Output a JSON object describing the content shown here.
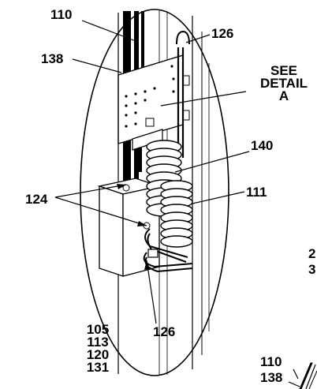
{
  "diagram": {
    "labels": {
      "l110": "110",
      "l126_top": "126",
      "l138": "138",
      "see_detail": [
        "SEE",
        "DETAIL",
        "A"
      ],
      "l140": "140",
      "l124": "124",
      "l111": "111",
      "l126_bottom": "126",
      "part_list": [
        "105",
        "113",
        "120",
        "131"
      ],
      "edge_2": "2",
      "edge_3": "3",
      "l110_bottom": "110",
      "l138_bottom": "138"
    },
    "colors": {
      "ink": "#000000",
      "paper": "#ffffff"
    }
  }
}
